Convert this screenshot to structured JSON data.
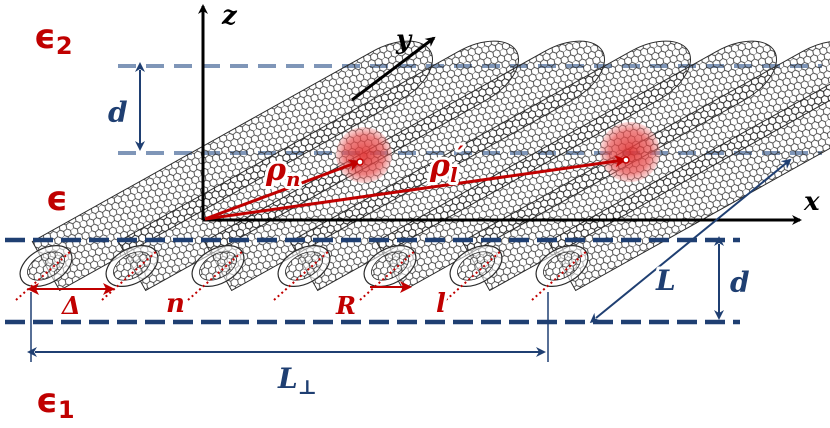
{
  "labels": {
    "eps2": {
      "symbol": "ϵ",
      "sub": "2"
    },
    "eps_mid": {
      "symbol": "ϵ"
    },
    "eps1": {
      "symbol": "ϵ",
      "sub": "1"
    },
    "axis_z": "z",
    "axis_y": "y",
    "axis_x": "x",
    "d_top": "d",
    "d_right": "d",
    "L": "L",
    "L_perp": {
      "main": "L",
      "sub": "⊥"
    },
    "rho_n": {
      "main": "ρ",
      "sub": "n"
    },
    "rho_l": {
      "main": "ρ",
      "sub": "l",
      "prime": "′"
    },
    "delta": "Δ",
    "n": "n",
    "R": "R",
    "l": "l"
  },
  "colors": {
    "dark_red": "#c00000",
    "navy": "#1f3f72",
    "dashed_top": "#7f96b8",
    "dashed_bottom": "#1f3f72",
    "tube_stroke": "#2b2b2b",
    "exciton": "#e04040"
  },
  "tube_count": 7
}
